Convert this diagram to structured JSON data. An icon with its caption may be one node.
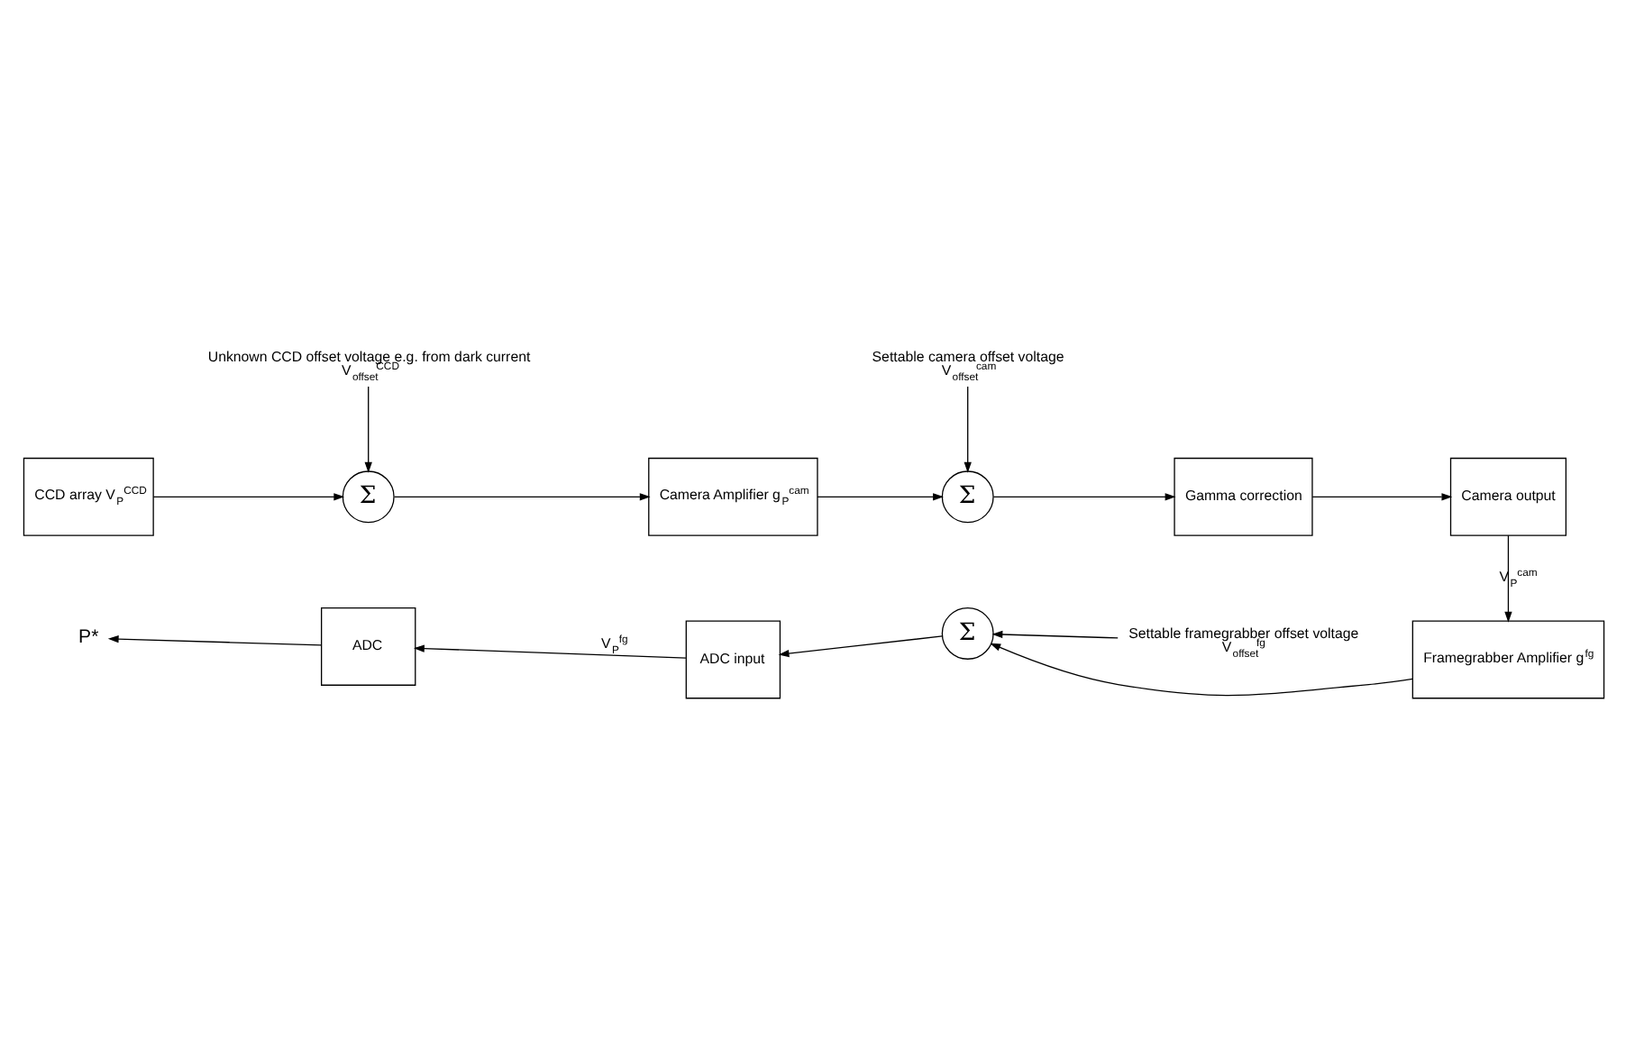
{
  "diagram": {
    "nodes": [
      {
        "text": [
          "CCD array V$_{P}$$^{CCD}$"
        ]
      },
      {
        "text": [
          "Σ"
        ]
      },
      {
        "text": [
          "Unknown CCD offset voltage e.g. from dark current",
          "V$_{offset}$$^{CCD}$"
        ]
      },
      {
        "text": [
          "Camera Amplifier g$_{P}$$^{cam}$"
        ]
      },
      {
        "text": [
          "Σ"
        ]
      },
      {
        "text": [
          "Settable camera offset voltage",
          "V$_{offset}$$^{cam}$"
        ]
      },
      {
        "text": [
          "Gamma correction"
        ]
      },
      {
        "text": [
          "Camera output"
        ]
      },
      {
        "text": [
          "Framegrabber Amplifier g$^{fg}$"
        ]
      },
      {
        "text": [
          "Σ"
        ]
      },
      {
        "text": [
          "Settable framegrabber offset voltage",
          "V$_{offset}$$^{fg}$"
        ]
      },
      {
        "text": [
          "ADC input"
        ]
      },
      {
        "text": [
          "ADC"
        ]
      },
      {
        "text": [
          "P*"
        ]
      }
    ],
    "edges": [
      {
        "from": 0,
        "to": 1,
        "arrow": "to"
      },
      {
        "from": 2,
        "to": 1,
        "arrow": "to"
      },
      {
        "from": 1,
        "to": 3,
        "arrow": "to"
      },
      {
        "from": 3,
        "to": 4,
        "arrow": "to"
      },
      {
        "from": 5,
        "to": 4,
        "arrow": "to"
      },
      {
        "from": 4,
        "to": 6,
        "arrow": "to"
      },
      {
        "from": 6,
        "to": 7,
        "arrow": "to"
      },
      {
        "from": 7,
        "to": 8,
        "arrow": "to",
        "label": "V$_{P}$$^{cam}$"
      },
      {
        "from": 8,
        "to": 9,
        "arrow": "to"
      },
      {
        "from": 10,
        "to": 9,
        "arrow": "to"
      },
      {
        "from": 9,
        "to": 11,
        "arrow": "to"
      },
      {
        "from": 11,
        "to": 12,
        "arrow": "to",
        "label": "V$_{P}$$^{fg}$"
      },
      {
        "from": 12,
        "to": 13,
        "arrow": "to"
      }
    ]
  }
}
